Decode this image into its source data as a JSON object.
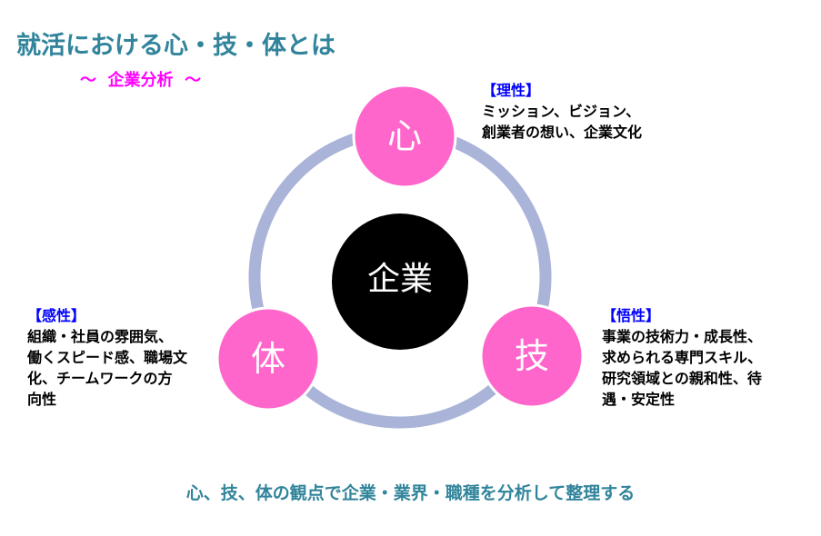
{
  "title": "就活における心・技・体とは",
  "subtitle": "～  企業分析  ～",
  "center": "企業",
  "nodes": {
    "kokoro": {
      "label": "心",
      "heading": "【理性】",
      "lines": [
        "ミッション、ビジョン、",
        "創業者の想い、企業文化"
      ]
    },
    "waza": {
      "label": "技",
      "heading": "【悟性】",
      "lines": [
        "事業の技術力・成長性、",
        "求められる専門スキル、",
        "研究領域との親和性、待",
        "遇・安定性"
      ]
    },
    "karada": {
      "label": "体",
      "heading": "【感性】",
      "lines": [
        "組織・社員の雰囲気、",
        "働くスピード感、職場文",
        "化、チームワークの方",
        "向性"
      ]
    }
  },
  "footer": "心、技、体の観点で企業・業界・職種を分析して整理する",
  "colors": {
    "title": "#31849b",
    "subtitle": "#ff00ff",
    "node": "#ff66cc",
    "ring": "#aab4d8",
    "center": "#000000",
    "heading": "#0000ff"
  }
}
